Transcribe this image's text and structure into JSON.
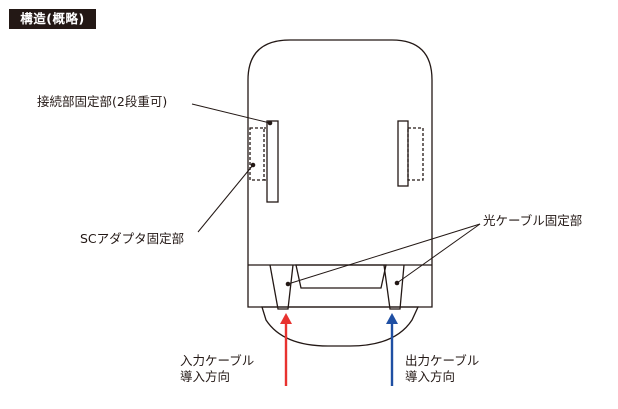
{
  "title": "構造(概略)",
  "labels": {
    "connection_fix": "接続部固定部(2段重可)",
    "sc_adapter_fix": "SCアダプタ固定部",
    "optical_cable_fix": "光ケーブル固定部",
    "input_direction": [
      "入力ケーブル",
      "導入方向"
    ],
    "output_direction": [
      "出力ケーブル",
      "導入方向"
    ]
  },
  "colors": {
    "input_arrow": "#e8322f",
    "output_arrow": "#1f4fa3",
    "line": "#231815"
  }
}
